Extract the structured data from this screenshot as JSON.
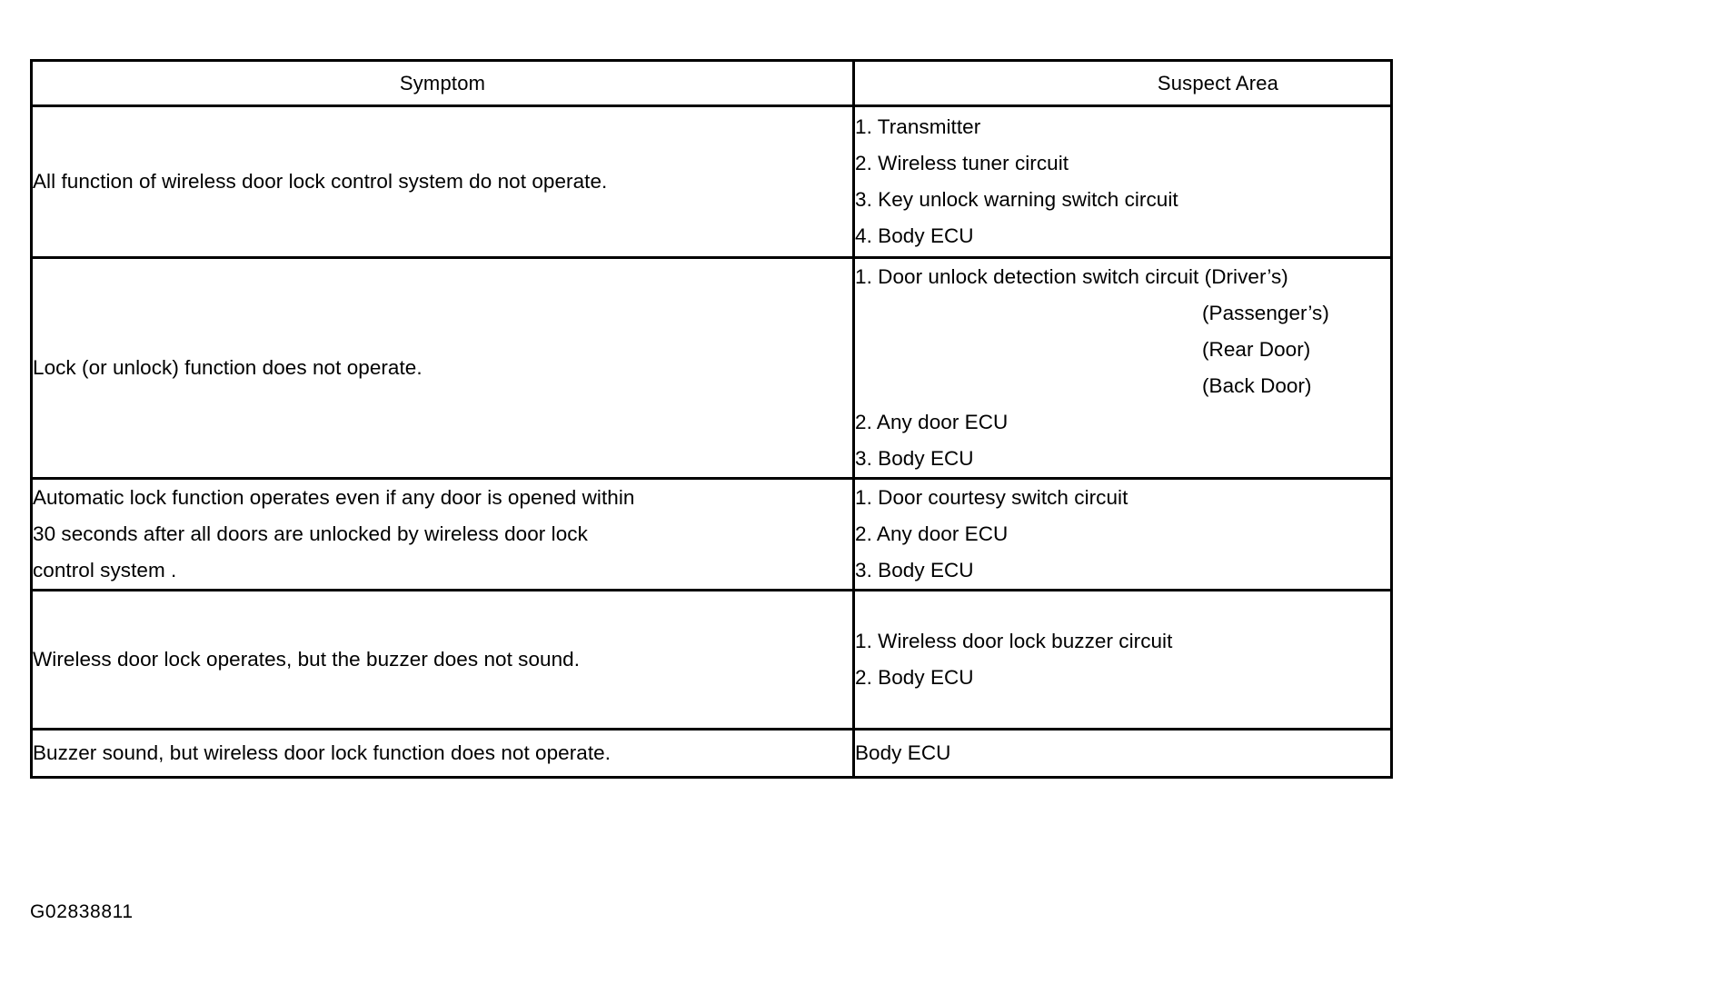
{
  "figure": {
    "code": "G02838811"
  },
  "table": {
    "headers": {
      "symptom": "Symptom",
      "suspect_area": "Suspect Area"
    },
    "rows": [
      {
        "symptom_lines": [
          "All function of wireless door lock control system do not operate."
        ],
        "suspect_lines": [
          {
            "text": "1. Transmitter",
            "indent": false
          },
          {
            "text": "2. Wireless tuner circuit",
            "indent": false
          },
          {
            "text": "3. Key unlock warning switch circuit",
            "indent": false
          },
          {
            "text": "4. Body ECU",
            "indent": false
          }
        ]
      },
      {
        "symptom_lines": [
          "Lock (or unlock) function does not operate."
        ],
        "suspect_lines": [
          {
            "text": "1. Door unlock detection switch circuit (Driver’s)",
            "indent": false
          },
          {
            "text": "(Passenger’s)",
            "indent": true
          },
          {
            "text": "(Rear Door)",
            "indent": true
          },
          {
            "text": "(Back Door)",
            "indent": true
          },
          {
            "text": "2. Any door ECU",
            "indent": false
          },
          {
            "text": "3. Body ECU",
            "indent": false
          }
        ]
      },
      {
        "symptom_lines": [
          "Automatic lock function operates even if any door is opened within",
          "30 seconds after all doors are unlocked by wireless door lock",
          "control system ."
        ],
        "suspect_lines": [
          {
            "text": "1. Door courtesy switch circuit",
            "indent": false
          },
          {
            "text": "2. Any door ECU",
            "indent": false
          },
          {
            "text": "3. Body ECU",
            "indent": false
          }
        ]
      },
      {
        "symptom_lines": [
          "Wireless door lock operates, but the buzzer does not sound."
        ],
        "suspect_lines": [
          {
            "text": "1. Wireless door lock buzzer circuit",
            "indent": false
          },
          {
            "text": "2. Body ECU",
            "indent": false
          }
        ]
      },
      {
        "symptom_lines": [
          "Buzzer sound, but wireless door lock function does not operate."
        ],
        "suspect_lines": [
          {
            "text": "Body ECU",
            "indent": false
          }
        ]
      }
    ]
  },
  "colors": {
    "border": "#000000",
    "text": "#000000",
    "background": "#ffffff"
  }
}
